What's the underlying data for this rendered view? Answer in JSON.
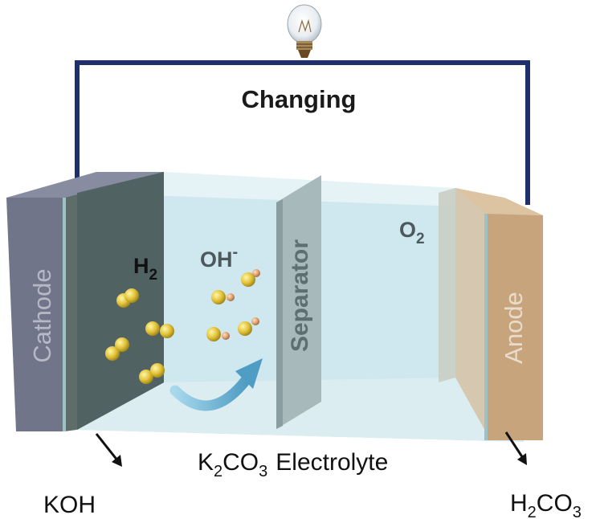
{
  "title": "Changing",
  "labels": {
    "cathode": "Cathode",
    "anode": "Anode",
    "separator": "Separator",
    "h2_main": "H",
    "h2_sub": "2",
    "oh_main": "OH",
    "oh_sup": "-",
    "o2_main": "O",
    "o2_sub": "2",
    "electrolyte_k": "K",
    "electrolyte_sub2": "2",
    "electrolyte_co": "CO",
    "electrolyte_sub3": "3",
    "electrolyte_word": "Electrolyte",
    "koh": "KOH",
    "h2co3_h": "H",
    "h2co3_sub2": "2",
    "h2co3_co": "CO",
    "h2co3_sub3": "3"
  },
  "icons": {
    "bulb": "light-bulb-icon",
    "cycle_arrow": "curved-arrow-icon"
  },
  "colors": {
    "wire": "#1f2f6e",
    "cathode": "#6f7488",
    "anode": "#c8a57d",
    "electrolyte": "#cfe7ee",
    "separator": "#a7b8bb",
    "h2_atom": "#e0c43a",
    "oh_o_atom": "#d9bf37",
    "oh_h_atom": "#d99a6a",
    "arrow": "#6fb4d6"
  }
}
